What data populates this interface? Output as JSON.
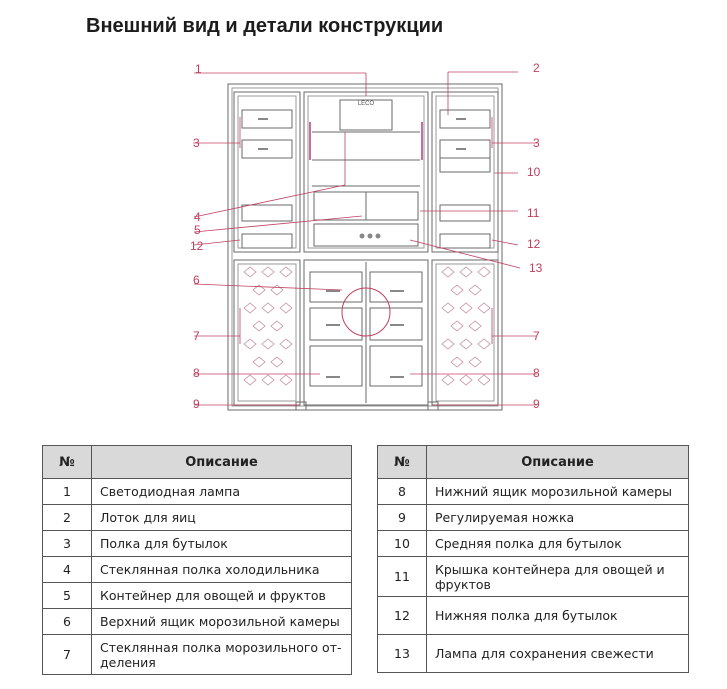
{
  "title": "Внешний вид и детали конструкции",
  "diagram": {
    "brand": "LECO",
    "callouts": {
      "c1": "1",
      "c2": "2",
      "c3l": "3",
      "c3r": "3",
      "c4": "4",
      "c5": "5",
      "c10": "10",
      "c11": "11",
      "c12l": "12",
      "c12r": "12",
      "c13": "13",
      "c6": "6",
      "c7l": "7",
      "c7r": "7",
      "c8l": "8",
      "c8r": "8",
      "c9l": "9",
      "c9r": "9"
    }
  },
  "table": {
    "col_num": "№",
    "col_desc": "Описание",
    "left": [
      {
        "num": "1",
        "desc": "Светодиодная лампа"
      },
      {
        "num": "2",
        "desc": "Лоток для яиц"
      },
      {
        "num": "3",
        "desc": "Полка для бутылок"
      },
      {
        "num": "4",
        "desc": "Стеклянная полка холодильника"
      },
      {
        "num": "5",
        "desc": "Контейнер для овощей и фруктов"
      },
      {
        "num": "6",
        "desc": "Верхний ящик морозильной камеры"
      },
      {
        "num": "7",
        "desc": "Стеклянная полка морозильного от-деления"
      }
    ],
    "right": [
      {
        "num": "8",
        "desc": "Нижний ящик морозильной камеры"
      },
      {
        "num": "9",
        "desc": "Регулируемая ножка"
      },
      {
        "num": "10",
        "desc": "Средняя полка для бутылок"
      },
      {
        "num": "11",
        "desc": "Крышка контейнера для овощей и фруктов"
      },
      {
        "num": "12",
        "desc": "Нижняя полка для бутылок"
      },
      {
        "num": "13",
        "desc": "Лампа для сохранения свежести"
      }
    ]
  }
}
